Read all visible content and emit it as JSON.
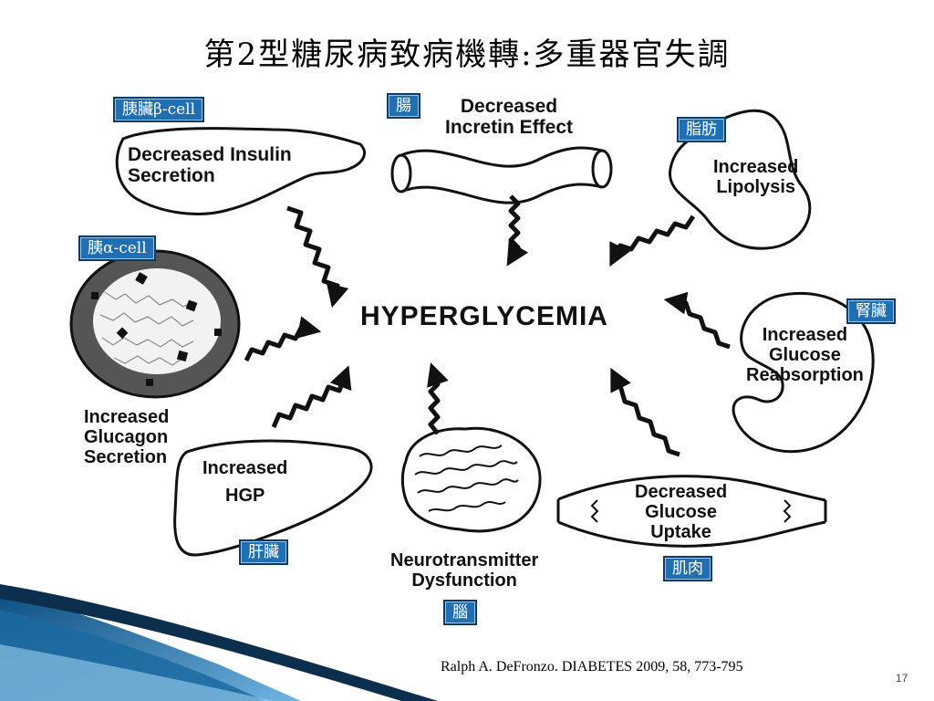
{
  "slide": {
    "title": "第2型糖尿病致病機轉:多重器官失調",
    "center": "HYPERGLYCEMIA",
    "citation": "Ralph A. DeFronzo. DIABETES 2009, 58, 773-795",
    "page_number": "17"
  },
  "organ_tags": {
    "beta_cell": "胰臟β-cell",
    "gut": "腸",
    "fat": "脂肪",
    "alpha_cell": "胰α-cell",
    "kidney": "腎臟",
    "liver": "肝臟",
    "muscle": "肌肉",
    "brain": "腦"
  },
  "effects": {
    "insulin": [
      "Decreased Insulin",
      "Secretion"
    ],
    "incretin": [
      "Decreased",
      "Incretin Effect"
    ],
    "lipolysis": [
      "Increased",
      "Lipolysis"
    ],
    "glucagon": [
      "Increased",
      "Glucagon",
      "Secretion"
    ],
    "reabsorption": [
      "Increased",
      "Glucose",
      "Reabsorption"
    ],
    "hgp": [
      "Increased",
      "HGP"
    ],
    "uptake": [
      "Decreased",
      "Glucose",
      "Uptake"
    ],
    "neuro": [
      "Neurotransmitter",
      "Dysfunction"
    ]
  },
  "colors": {
    "tag_bg": "#1f6fb2",
    "tag_border": "#0b3b66",
    "corner_blue": "#1a6aa0"
  }
}
